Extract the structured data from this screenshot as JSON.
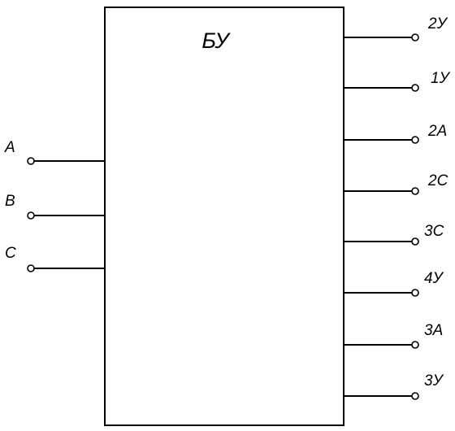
{
  "block": {
    "title": "БУ"
  },
  "inputs": [
    {
      "label": "A"
    },
    {
      "label": "B"
    },
    {
      "label": "C"
    }
  ],
  "outputs": [
    {
      "label": "2У"
    },
    {
      "label": "1У"
    },
    {
      "label": "2А"
    },
    {
      "label": "2С"
    },
    {
      "label": "3С"
    },
    {
      "label": "4У"
    },
    {
      "label": "3А"
    },
    {
      "label": "3У"
    }
  ],
  "colors": {
    "line": "#000000",
    "background": "#ffffff"
  }
}
